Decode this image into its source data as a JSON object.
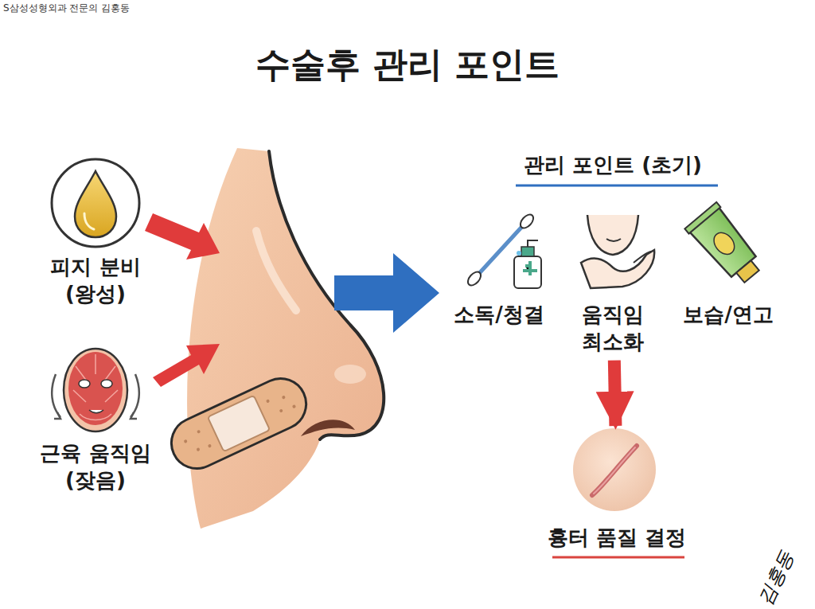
{
  "diagram": {
    "title": "수술후 관리 포인트",
    "nodes": [
      {
        "text": [
          "피지 분비 (왕성)"
        ]
      },
      {
        "text": [
          "근육 움직임 (잦음)"
        ]
      },
      {
        "text": [
          "소독/청결"
        ]
      },
      {
        "text": [
          "움직임 최소화"
        ]
      },
      {
        "text": [
          "보습/연고"
        ]
      },
      {
        "text": [
          "흉터 품질 결정"
        ]
      }
    ],
    "edges": [
      {
        "from": 3,
        "to": 5,
        "arrow": "to"
      }
    ],
    "labels": [
      "S삼성성형외과 전문의 김홍동",
      "관리 포인트 (초기)",
      "김홍동"
    ]
  }
}
